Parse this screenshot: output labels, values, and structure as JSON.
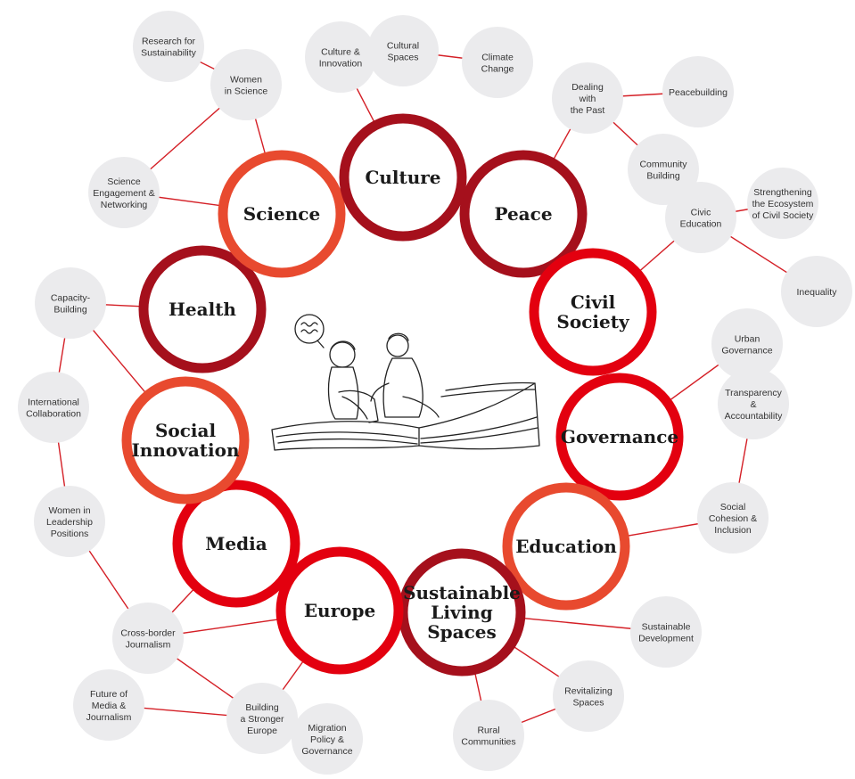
{
  "colors": {
    "ring_red": "#e3000f",
    "ring_orange": "#e84a2f",
    "ring_dark": "#a5101c",
    "link": "#d41f26",
    "satellite_fill": "#ebebed",
    "text": "#1a1a1a"
  },
  "themes": [
    {
      "id": "culture",
      "label": "Culture",
      "tone": "ring_dark"
    },
    {
      "id": "peace",
      "label": "Peace",
      "tone": "ring_dark"
    },
    {
      "id": "civil_society",
      "label": "Civil Society",
      "tone": "ring_red"
    },
    {
      "id": "governance",
      "label": "Governance",
      "tone": "ring_red"
    },
    {
      "id": "education",
      "label": "Education",
      "tone": "ring_orange"
    },
    {
      "id": "sustainable_living_spaces",
      "label": "Sustainable Living Spaces",
      "tone": "ring_dark"
    },
    {
      "id": "europe",
      "label": "Europe",
      "tone": "ring_red"
    },
    {
      "id": "media",
      "label": "Media",
      "tone": "ring_red"
    },
    {
      "id": "social_innovation",
      "label": "Social Innovation",
      "tone": "ring_orange"
    },
    {
      "id": "health",
      "label": "Health",
      "tone": "ring_dark"
    },
    {
      "id": "science",
      "label": "Science",
      "tone": "ring_orange"
    }
  ],
  "subtopics": [
    {
      "id": "research_sustainability",
      "label": "Research for Sustainability"
    },
    {
      "id": "women_science",
      "label": "Women in Science"
    },
    {
      "id": "culture_innovation",
      "label": "Culture & Innovation"
    },
    {
      "id": "cultural_spaces",
      "label": "Cultural Spaces"
    },
    {
      "id": "climate_change",
      "label": "Climate Change"
    },
    {
      "id": "dealing_past",
      "label": "Dealing with the Past"
    },
    {
      "id": "peacebuilding",
      "label": "Peacebuilding"
    },
    {
      "id": "community_building",
      "label": "Community Building"
    },
    {
      "id": "civic_education",
      "label": "Civic Education"
    },
    {
      "id": "strengthening_ecosystem",
      "label": "Strengthening the Ecosystem of Civil Society"
    },
    {
      "id": "inequality",
      "label": "Inequality"
    },
    {
      "id": "urban_governance",
      "label": "Urban Governance"
    },
    {
      "id": "transparency",
      "label": "Transparency & Accountability"
    },
    {
      "id": "social_cohesion",
      "label": "Social Cohesion & Inclusion"
    },
    {
      "id": "sustainable_development",
      "label": "Sustainable Development"
    },
    {
      "id": "revitalizing_spaces",
      "label": "Revitalizing Spaces"
    },
    {
      "id": "rural_communities",
      "label": "Rural Communities"
    },
    {
      "id": "migration_policy",
      "label": "Migration Policy & Governance"
    },
    {
      "id": "building_europe",
      "label": "Building a Stronger Europe"
    },
    {
      "id": "future_media",
      "label": "Future of Media & Journalism"
    },
    {
      "id": "cross_border",
      "label": "Cross-border Journalism"
    },
    {
      "id": "women_leadership",
      "label": "Women in Leadership Positions"
    },
    {
      "id": "international_collaboration",
      "label": "International Collaboration"
    },
    {
      "id": "capacity_building",
      "label": "Capacity-Building"
    },
    {
      "id": "science_engagement",
      "label": "Science Engagement & Networking"
    }
  ],
  "illustration": {
    "name": "two-people-on-open-book"
  }
}
